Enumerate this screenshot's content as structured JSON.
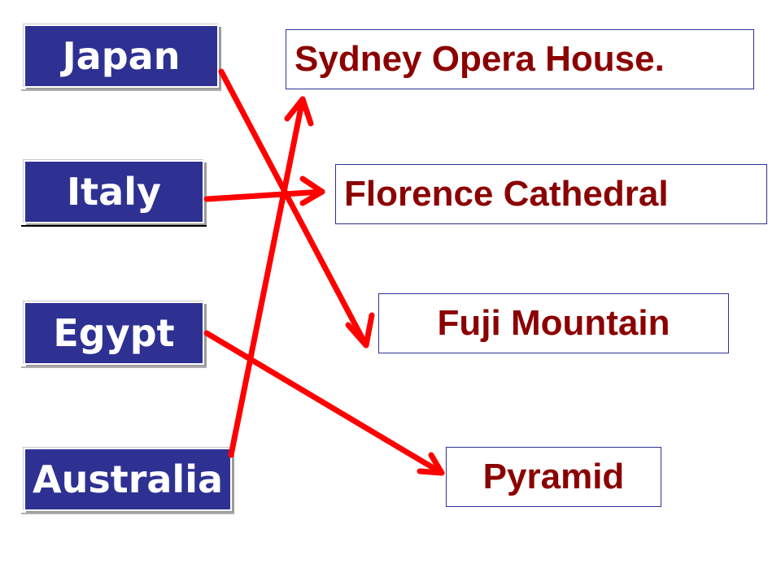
{
  "countries": [
    {
      "label": "Japan"
    },
    {
      "label": "Italy"
    },
    {
      "label": "Egypt"
    },
    {
      "label": "Australia"
    }
  ],
  "landmarks": [
    {
      "label": "Sydney Opera House."
    },
    {
      "label": "Florence Cathedral"
    },
    {
      "label": "Fuji Mountain"
    },
    {
      "label": "Pyramid"
    }
  ],
  "matches": [
    {
      "from": "Japan",
      "to": "Fuji Mountain"
    },
    {
      "from": "Italy",
      "to": "Florence Cathedral"
    },
    {
      "from": "Egypt",
      "to": "Pyramid"
    },
    {
      "from": "Australia",
      "to": "Sydney Opera House."
    }
  ],
  "colors": {
    "country_fill": "#2e3192",
    "country_text": "#ffffff",
    "landmark_text": "#8b0000",
    "landmark_border": "#2e3192",
    "arrow": "#ff0000"
  }
}
